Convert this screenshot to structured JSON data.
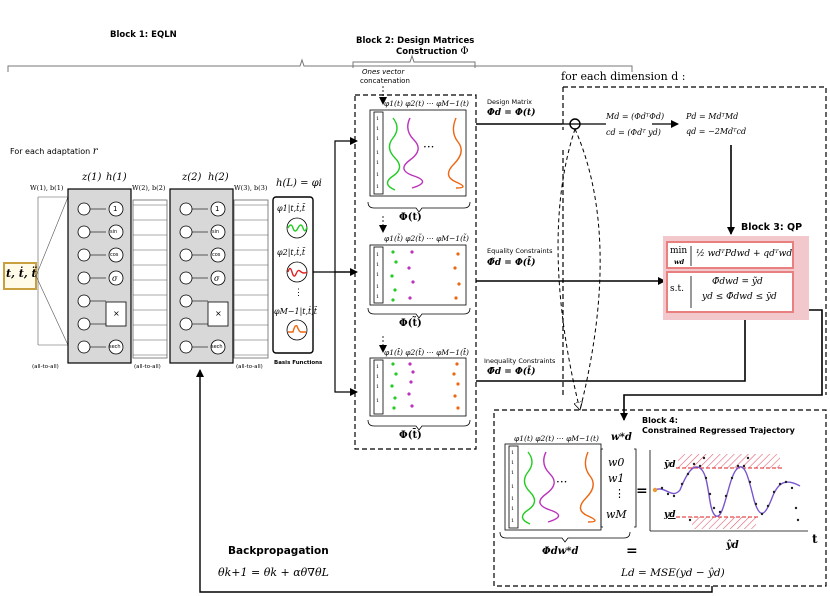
{
  "block1": {
    "title": "Block 1: EQLN",
    "adaptation_label": "For each adaptation",
    "adaptation_symbol": "r",
    "input_label": "t, ṫ, ẗ",
    "weights": [
      "W(1), b(1)",
      "W(2), b(2)",
      "W(3), b(3)"
    ],
    "layer_labels": [
      "z(1)",
      "h(1)",
      "z(2)",
      "h(2)"
    ],
    "output_label": "h(L) = φi",
    "activations": [
      "1",
      "sin",
      "cos",
      "σ",
      "×",
      "sech"
    ],
    "all_to_all": "(all-to-all)",
    "basis_items": [
      "φ1|t,ṫ,ẗ",
      "φ2|t,ṫ,ẗ",
      "φM−1|t,ṫ,ẗ"
    ],
    "basis_caption": "Basis Functions"
  },
  "block2": {
    "title_line1": "Block 2:  Design Matrices",
    "title_line2": "Construction",
    "title_symbol": "Φ",
    "ones_note_line1": "Ones vector",
    "ones_note_line2": "concatenation",
    "phi_header": "φ1(t) φ2(t) ··· φM−1(t)",
    "phi_header_tilde": "φ1(t̃) φ2(t̃) ··· φM−1(t̃)",
    "phi_header_bar": "φ1(t̄) φ2(t̄) ··· φM−1(t̄)",
    "matrix_labels": [
      "Φ(t)",
      "Φ(t̃)",
      "Φ(t̄)"
    ],
    "dots": "···",
    "ones": "1"
  },
  "arrows": {
    "design_matrix_title": "Design Matrix",
    "design_matrix_eq": "Φd = Φ(t)",
    "equality_title": "Equality Constraints",
    "equality_eq": "Φ̃d = Φ(t̃)",
    "inequality_title": "Inequality Constraints",
    "inequality_eq": "Φ̄d = Φ(t̄)"
  },
  "block3": {
    "for_each": "for each dimension  d :",
    "M_eq": "Md = (ΦdᵀΦd)",
    "c_eq": "cd = (Φdᵀ yd)",
    "P_eq": "Pd  =  MdᵀMd",
    "q_eq": "qd  =  −2Mdᵀcd",
    "title": "Block 3: QP",
    "min_label": "min",
    "min_var": "wd",
    "objective": "½ wdᵀPdwd + qdᵀwd",
    "st_label": "s.t.",
    "constraint1": "Φ̃dwd = ỹd",
    "constraint2": "yd ≤ Φ̄dwd ≤ ȳd"
  },
  "block4": {
    "title_line1": "Block 4:",
    "title_line2": "Constrained Regressed Trajectory",
    "phi_header": "φ1(t) φ2(t) ··· φM−1(t)",
    "w_star": "w*d",
    "w_vector": [
      "w0",
      "w1",
      "⋮",
      "wM"
    ],
    "equals": "=",
    "matrix_label": "Φdw*d",
    "y_hat": "ŷd",
    "y_upper": "ȳd",
    "y_lower": "yd",
    "t_axis": "t",
    "loss": "Ld = MSE(yd − ŷd)"
  },
  "backprop": {
    "title": "Backpropagation",
    "equation": "θk+1 = θk + αθ∇θL"
  },
  "colors": {
    "green": "#22cc22",
    "purple": "#bb33bb",
    "orange": "#ee6611",
    "red": "#dd2222",
    "qp_outer": "#f2c8cc",
    "qp_border": "#e88080",
    "layer_gray": "#d8d8d8",
    "input_border": "#c8a040",
    "curve": "#7755cc"
  }
}
